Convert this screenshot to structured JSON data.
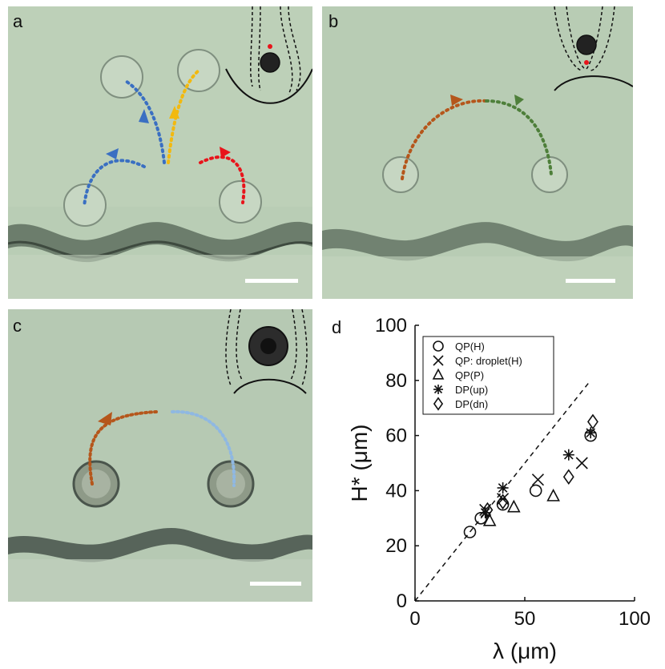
{
  "panels": {
    "a": {
      "label": "a"
    },
    "b": {
      "label": "b"
    },
    "c": {
      "label": "c"
    },
    "d": {
      "label": "d"
    }
  },
  "colors": {
    "micrograph_bg": "#b9cdb5",
    "traj_blue": "#3a6fc2",
    "traj_light_blue": "#8fb8e2",
    "traj_yellow": "#f2b90f",
    "traj_red": "#e8141b",
    "traj_orange": "#b5561b",
    "traj_green": "#4e7f3a",
    "scale_bar": "#ffffff"
  },
  "chart_data": {
    "type": "scatter",
    "xlabel": "λ (μm)",
    "ylabel": "H* (μm)",
    "xlim": [
      0,
      100
    ],
    "ylim": [
      0,
      100
    ],
    "xticks": [
      0,
      50,
      100
    ],
    "yticks": [
      0,
      20,
      40,
      60,
      80,
      100
    ],
    "legend_position": "top-left",
    "reference_line": {
      "style": "dashed",
      "x": [
        0,
        80
      ],
      "y": [
        0,
        80
      ]
    },
    "series": [
      {
        "name": "QP(H)",
        "marker": "circle",
        "points": [
          [
            25,
            25
          ],
          [
            30,
            30
          ],
          [
            40,
            35
          ],
          [
            55,
            40
          ],
          [
            80,
            60
          ]
        ]
      },
      {
        "name": "QP: droplet(H)",
        "marker": "x",
        "points": [
          [
            32,
            33
          ],
          [
            40,
            37
          ],
          [
            56,
            44
          ],
          [
            76,
            50
          ]
        ]
      },
      {
        "name": "QP(P)",
        "marker": "triangle",
        "points": [
          [
            34,
            29
          ],
          [
            45,
            34
          ],
          [
            63,
            38
          ]
        ]
      },
      {
        "name": "DP(up)",
        "marker": "asterisk",
        "points": [
          [
            32,
            32
          ],
          [
            40,
            41
          ],
          [
            70,
            53
          ],
          [
            80,
            61
          ]
        ]
      },
      {
        "name": "DP(dn)",
        "marker": "diamond",
        "points": [
          [
            33,
            33
          ],
          [
            40,
            36
          ],
          [
            70,
            45
          ],
          [
            81,
            65
          ]
        ]
      }
    ]
  }
}
